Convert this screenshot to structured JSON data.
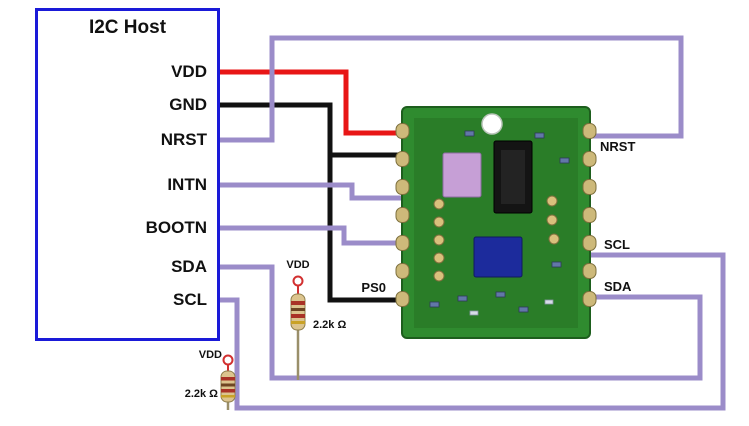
{
  "host": {
    "title": "I2C Host",
    "pins": [
      {
        "label": "VDD"
      },
      {
        "label": "GND"
      },
      {
        "label": "NRST"
      },
      {
        "label": "INTN"
      },
      {
        "label": "BOOTN"
      },
      {
        "label": "SDA"
      },
      {
        "label": "SCL"
      }
    ]
  },
  "module": {
    "pin_labels": {
      "ps0": "PS0",
      "nrst": "NRST",
      "scl": "SCL",
      "sda": "SDA"
    }
  },
  "pullups": [
    {
      "vdd_label": "VDD",
      "value": "2.2k Ω"
    },
    {
      "vdd_label": "VDD",
      "value": "2.2k Ω"
    }
  ],
  "colors": {
    "host_border": "#1a1ad8",
    "vdd_wire": "#e81616",
    "gnd_wire": "#111111",
    "signal_wire": "#9b8cc9",
    "pcb_green": "#2f8b2f",
    "pad_gold": "#cdb97a"
  }
}
